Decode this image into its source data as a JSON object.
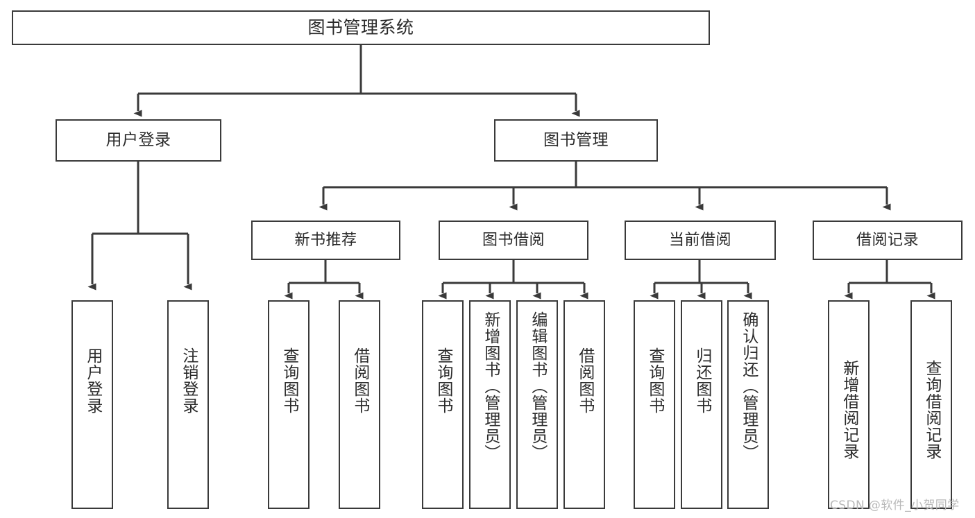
{
  "diagram": {
    "type": "tree-hierarchy",
    "title": "图书管理系统",
    "root": {
      "label": "图书管理系统"
    },
    "level1": [
      {
        "label": "用户登录"
      },
      {
        "label": "图书管理"
      }
    ],
    "level2": [
      {
        "label": "新书推荐",
        "parent": "图书管理"
      },
      {
        "label": "图书借阅",
        "parent": "图书管理"
      },
      {
        "label": "当前借阅",
        "parent": "图书管理"
      },
      {
        "label": "借阅记录",
        "parent": "图书管理"
      }
    ],
    "leaves": {
      "user_login": [
        {
          "label": "用户登录"
        },
        {
          "label": "注销登录"
        }
      ],
      "new_book_recommend": [
        {
          "label": "查询图书"
        },
        {
          "label": "借阅图书"
        }
      ],
      "book_borrow": [
        {
          "label": "查询图书"
        },
        {
          "label": "新增图书（管理员）"
        },
        {
          "label": "编辑图书（管理员）"
        },
        {
          "label": "借阅图书"
        }
      ],
      "current_borrow": [
        {
          "label": "查询图书"
        },
        {
          "label": "归还图书"
        },
        {
          "label": "确认归还（管理员）"
        }
      ],
      "borrow_record": [
        {
          "label": "新增借阅记录"
        },
        {
          "label": "查询借阅记录"
        }
      ]
    }
  },
  "watermark": {
    "text": "CSDN @软件_小贺同学"
  },
  "colors": {
    "stroke": "#3a3a3a",
    "background": "#ffffff",
    "text": "#2b2b2b",
    "watermark": "#b9b9b9"
  }
}
